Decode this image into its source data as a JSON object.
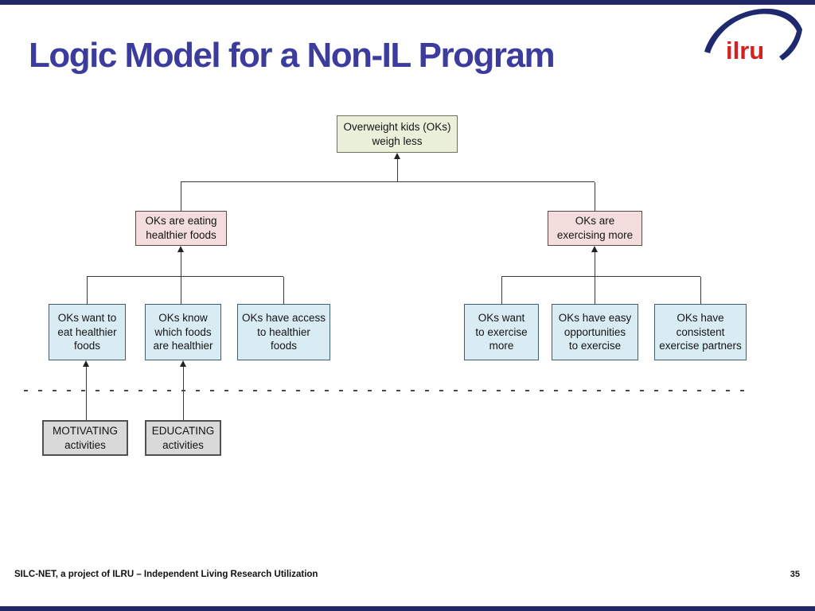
{
  "slide": {
    "title": "Logic Model for a Non-IL Program",
    "footer": "SILC-NET, a project of ILRU – Independent Living Research Utilization",
    "page_number": "35",
    "logo_text": "ilru"
  },
  "colors": {
    "bar_navy": "#232968",
    "title_purple": "#3c3c9e",
    "logo_red": "#d71f1f",
    "logo_swoosh_navy": "#1e2a6d",
    "outcome_fill": "#eaf0da",
    "intermediate_fill": "#f3dedd",
    "determinant_fill": "#d9ecf3",
    "activity_fill": "#d9d9d9"
  },
  "diagram": {
    "outcome": {
      "text": "Overweight kids (OKs)\nweigh less"
    },
    "intermediate": [
      {
        "text": "OKs are eating\nhealthier foods"
      },
      {
        "text": "OKs are\nexercising more"
      }
    ],
    "determinants": [
      {
        "text": "OKs want to\neat healthier\nfoods"
      },
      {
        "text": "OKs know\nwhich foods\nare healthier"
      },
      {
        "text": "OKs have access\nto healthier\nfoods"
      },
      {
        "text": "OKs want\nto exercise\nmore"
      },
      {
        "text": "OKs have easy\nopportunities\nto exercise"
      },
      {
        "text": "OKs have\nconsistent\nexercise partners"
      }
    ],
    "activities": [
      {
        "text": "MOTIVATING\nactivities"
      },
      {
        "text": "EDUCATING\nactivities"
      }
    ]
  }
}
